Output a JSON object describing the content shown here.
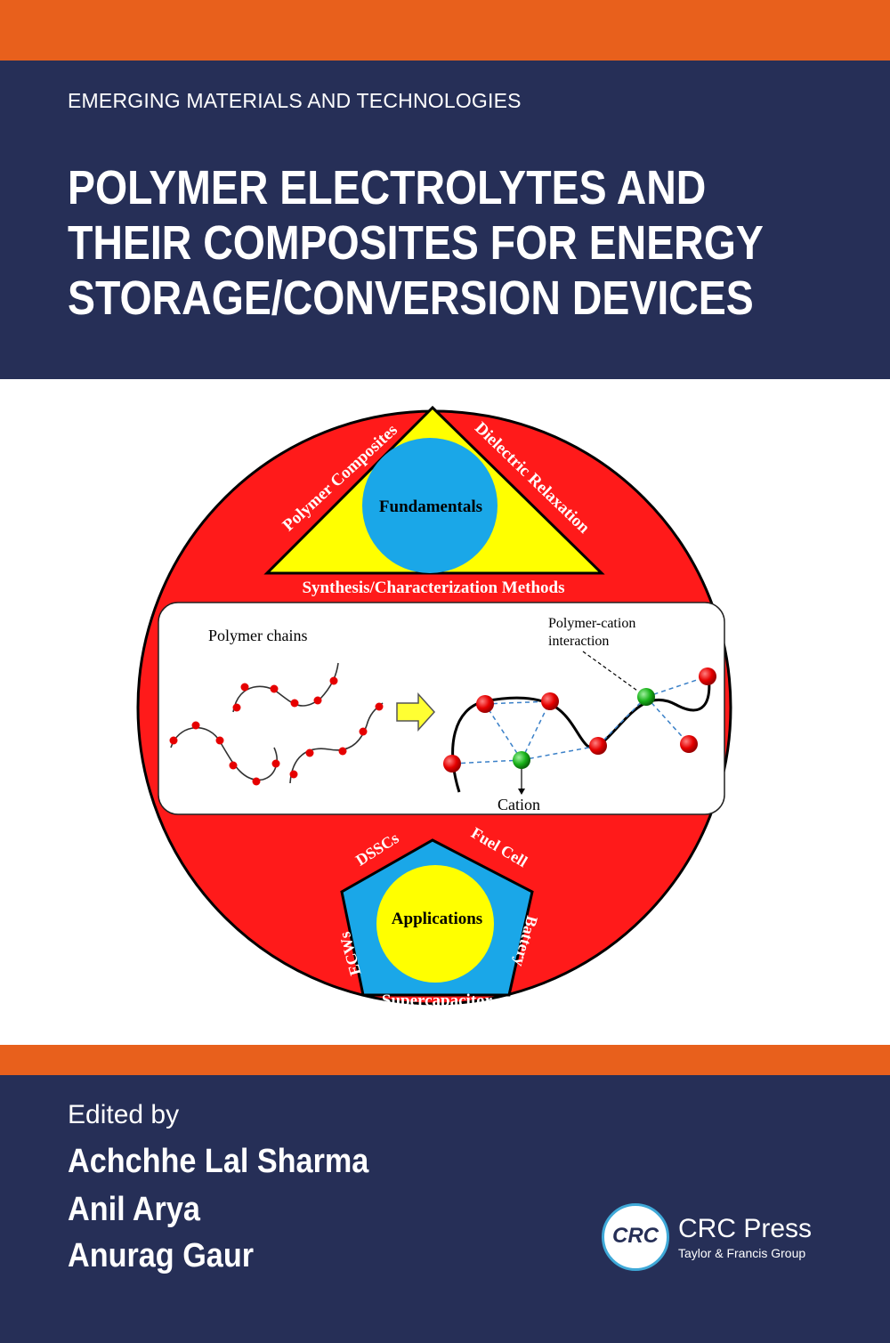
{
  "cover": {
    "series": "EMERGING MATERIALS AND TECHNOLOGIES",
    "title_lines": [
      "POLYMER ELECTROLYTES AND",
      "THEIR COMPOSITES FOR ENERGY",
      "STORAGE/CONVERSION DEVICES"
    ],
    "edited_by": "Edited by",
    "editors": [
      "Achchhe Lal Sharma",
      "Anil Arya",
      "Anurag Gaur"
    ]
  },
  "figure": {
    "triangle_center": "Fundamentals",
    "triangle_left": "Polymer Composites",
    "triangle_right": "Dielectric Relaxation",
    "triangle_base": "Synthesis/Characterization Methods",
    "panel_left_label": "Polymer chains",
    "panel_right_label_line1": "Polymer-cation",
    "panel_right_label_line2": "interaction",
    "panel_cation_label": "Cation",
    "pentagon_center": "Applications",
    "pentagon_labels": {
      "top_left": "DSSCs",
      "top_right": "Fuel Cell",
      "right": "Battery",
      "bottom": "Supercapacitor",
      "left": "ECWs"
    }
  },
  "publisher": {
    "logo_text": "CRC",
    "name": "CRC Press",
    "subtitle": "Taylor & Francis Group"
  },
  "colors": {
    "orange": "#e8601c",
    "navy": "#262f57",
    "red_disc": "#ff1a1a",
    "triangle_yellow": "#ffff00",
    "circle_blue": "#1aa7e8"
  }
}
